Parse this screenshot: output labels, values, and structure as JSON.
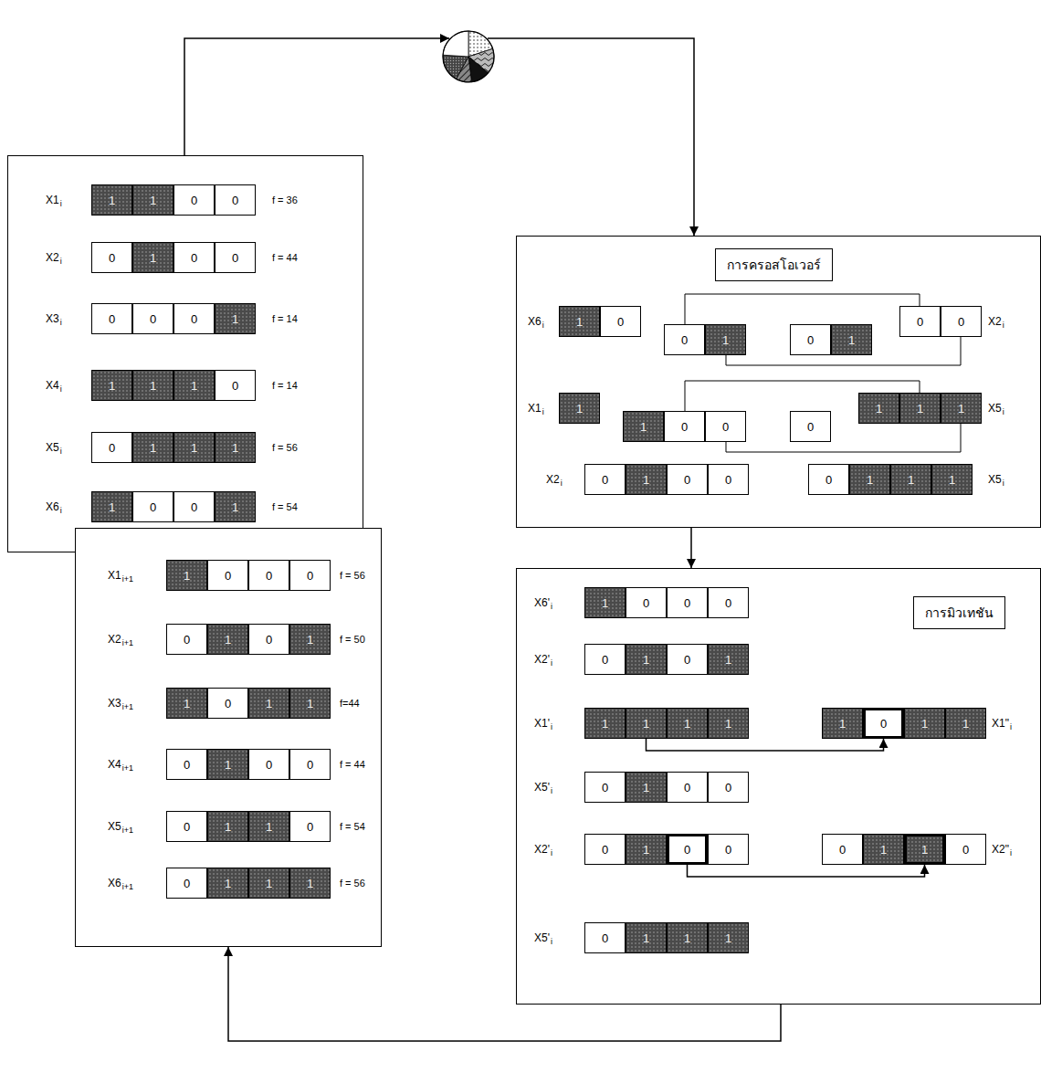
{
  "diagram": {
    "nodes": [
      {
        "text": [
          "X1",
          "i",
          "f = 36",
          "X2",
          "i",
          "f = 44",
          "X3",
          "i",
          "f = 14",
          "X4",
          "i",
          "f = 14",
          "X5",
          "i",
          "f = 56",
          "X6",
          "i",
          "f = 54"
        ]
      },
      {
        "text": [
          "1"
        ],
        "in": 0
      },
      {
        "text": [
          "1"
        ],
        "in": 0
      },
      {
        "text": [
          "0"
        ],
        "in": 0
      },
      {
        "text": [
          "0"
        ],
        "in": 0
      },
      {
        "text": [
          "0"
        ],
        "in": 0
      },
      {
        "text": [
          "1"
        ],
        "in": 0
      },
      {
        "text": [
          "0"
        ],
        "in": 0
      },
      {
        "text": [
          "0"
        ],
        "in": 0
      },
      {
        "text": [
          "0"
        ],
        "in": 0
      },
      {
        "text": [
          "0"
        ],
        "in": 0
      },
      {
        "text": [
          "0"
        ],
        "in": 0
      },
      {
        "text": [
          "1"
        ],
        "in": 0
      },
      {
        "text": [
          "1"
        ],
        "in": 0
      },
      {
        "text": [
          "1"
        ],
        "in": 0
      },
      {
        "text": [
          "1"
        ],
        "in": 0
      },
      {
        "text": [
          "0"
        ],
        "in": 0
      },
      {
        "text": [
          "0"
        ],
        "in": 0
      },
      {
        "text": [
          "1"
        ],
        "in": 0
      },
      {
        "text": [
          "1"
        ],
        "in": 0
      },
      {
        "text": [
          "1"
        ],
        "in": 0
      },
      {
        "text": [
          "1"
        ],
        "in": 0
      },
      {
        "text": [
          "0"
        ],
        "in": 0
      },
      {
        "text": [
          "0"
        ],
        "in": 0
      },
      {
        "text": [
          "1"
        ],
        "in": 0
      },
      {
        "text": [
          "X6",
          "i",
          "X2",
          "i",
          "X1",
          "i",
          "X5",
          "i",
          "X2",
          "i",
          "X5",
          "i"
        ]
      },
      {
        "text": [
          "การครอสโอเวอร์"
        ],
        "in": 25
      },
      {
        "text": [
          "1"
        ],
        "in": 25
      },
      {
        "text": [
          "0"
        ],
        "in": 25
      },
      {
        "text": [
          "0"
        ],
        "in": 25
      },
      {
        "text": [
          "1"
        ],
        "in": 25
      },
      {
        "text": [
          "0"
        ],
        "in": 25
      },
      {
        "text": [
          "1"
        ],
        "in": 25
      },
      {
        "text": [
          "0"
        ],
        "in": 25
      },
      {
        "text": [
          "0"
        ],
        "in": 25
      },
      {
        "text": [
          "1"
        ],
        "in": 25
      },
      {
        "text": [
          "1"
        ],
        "in": 25
      },
      {
        "text": [
          "0"
        ],
        "in": 25
      },
      {
        "text": [
          "0"
        ],
        "in": 25
      },
      {
        "text": [
          "0"
        ],
        "in": 25
      },
      {
        "text": [
          "1"
        ],
        "in": 25
      },
      {
        "text": [
          "1"
        ],
        "in": 25
      },
      {
        "text": [
          "1"
        ],
        "in": 25
      },
      {
        "text": [
          "0"
        ],
        "in": 25
      },
      {
        "text": [
          "1"
        ],
        "in": 25
      },
      {
        "text": [
          "0"
        ],
        "in": 25
      },
      {
        "text": [
          "0"
        ],
        "in": 25
      },
      {
        "text": [
          "0"
        ],
        "in": 25
      },
      {
        "text": [
          "1"
        ],
        "in": 25
      },
      {
        "text": [
          "1"
        ],
        "in": 25
      },
      {
        "text": [
          "1"
        ],
        "in": 25
      },
      {
        "text": [
          "X6'",
          "i",
          "X2'",
          "i",
          "X1'",
          "i",
          "X1\"",
          "i",
          "X5'",
          "i",
          "X2'",
          "i",
          "X2\"",
          "i",
          "X5'",
          "i"
        ]
      },
      {
        "text": [
          "การมิวเทชัน"
        ],
        "in": 51
      },
      {
        "text": [
          "1"
        ],
        "in": 51
      },
      {
        "text": [
          "0"
        ],
        "in": 51
      },
      {
        "text": [
          "0"
        ],
        "in": 51
      },
      {
        "text": [
          "0"
        ],
        "in": 51
      },
      {
        "text": [
          "0"
        ],
        "in": 51
      },
      {
        "text": [
          "1"
        ],
        "in": 51
      },
      {
        "text": [
          "0"
        ],
        "in": 51
      },
      {
        "text": [
          "1"
        ],
        "in": 51
      },
      {
        "text": [
          "1"
        ],
        "in": 51
      },
      {
        "text": [
          "1"
        ],
        "in": 51
      },
      {
        "text": [
          "1"
        ],
        "in": 51
      },
      {
        "text": [
          "1"
        ],
        "in": 51
      },
      {
        "text": [
          "1"
        ],
        "in": 51
      },
      {
        "text": [
          "0"
        ],
        "in": 51
      },
      {
        "text": [
          "1"
        ],
        "in": 51
      },
      {
        "text": [
          "1"
        ],
        "in": 51
      },
      {
        "text": [
          "0"
        ],
        "in": 51
      },
      {
        "text": [
          "1"
        ],
        "in": 51
      },
      {
        "text": [
          "0"
        ],
        "in": 51
      },
      {
        "text": [
          "0"
        ],
        "in": 51
      },
      {
        "text": [
          "0"
        ],
        "in": 51
      },
      {
        "text": [
          "1"
        ],
        "in": 51
      },
      {
        "text": [
          "0"
        ],
        "in": 51
      },
      {
        "text": [
          "0"
        ],
        "in": 51
      },
      {
        "text": [
          "0"
        ],
        "in": 51
      },
      {
        "text": [
          "1"
        ],
        "in": 51
      },
      {
        "text": [
          "1"
        ],
        "in": 51
      },
      {
        "text": [
          "0"
        ],
        "in": 51
      },
      {
        "text": [
          "0"
        ],
        "in": 51
      },
      {
        "text": [
          "1"
        ],
        "in": 51
      },
      {
        "text": [
          "1"
        ],
        "in": 51
      },
      {
        "text": [
          "1"
        ],
        "in": 51
      },
      {
        "text": [
          "X1",
          "i+1",
          "f = 56",
          "X2",
          "i+1",
          "f = 50",
          "X3",
          "i+1",
          "f=44",
          "X4",
          "i+1",
          "f = 44",
          "X5",
          "i+1",
          "f = 54",
          "X6",
          "i+1",
          "f = 56"
        ]
      },
      {
        "text": [
          "1"
        ],
        "in": 85
      },
      {
        "text": [
          "0"
        ],
        "in": 85
      },
      {
        "text": [
          "0"
        ],
        "in": 85
      },
      {
        "text": [
          "0"
        ],
        "in": 85
      },
      {
        "text": [
          "0"
        ],
        "in": 85
      },
      {
        "text": [
          "1"
        ],
        "in": 85
      },
      {
        "text": [
          "0"
        ],
        "in": 85
      },
      {
        "text": [
          "1"
        ],
        "in": 85
      },
      {
        "text": [
          "1"
        ],
        "in": 85
      },
      {
        "text": [
          "0"
        ],
        "in": 85
      },
      {
        "text": [
          "1"
        ],
        "in": 85
      },
      {
        "text": [
          "1"
        ],
        "in": 85
      },
      {
        "text": [
          "0"
        ],
        "in": 85
      },
      {
        "text": [
          "1"
        ],
        "in": 85
      },
      {
        "text": [
          "0"
        ],
        "in": 85
      },
      {
        "text": [
          "0"
        ],
        "in": 85
      },
      {
        "text": [
          "0"
        ],
        "in": 85
      },
      {
        "text": [
          "1"
        ],
        "in": 85
      },
      {
        "text": [
          "1"
        ],
        "in": 85
      },
      {
        "text": [
          "0"
        ],
        "in": 85
      },
      {
        "text": [
          "0"
        ],
        "in": 85
      },
      {
        "text": [
          "1"
        ],
        "in": 85
      },
      {
        "text": [
          "1"
        ],
        "in": 85
      },
      {
        "text": [
          "1"
        ],
        "in": 85
      }
    ],
    "edges": [
      {
        "from": 25,
        "to": 51,
        "arrow": "to"
      },
      {
        "from": 51,
        "to": 85,
        "arrow": "to"
      },
      {
        "from": 62,
        "to": 66,
        "arrow": "to"
      },
      {
        "from": 75,
        "to": 79,
        "arrow": "to"
      }
    ]
  }
}
